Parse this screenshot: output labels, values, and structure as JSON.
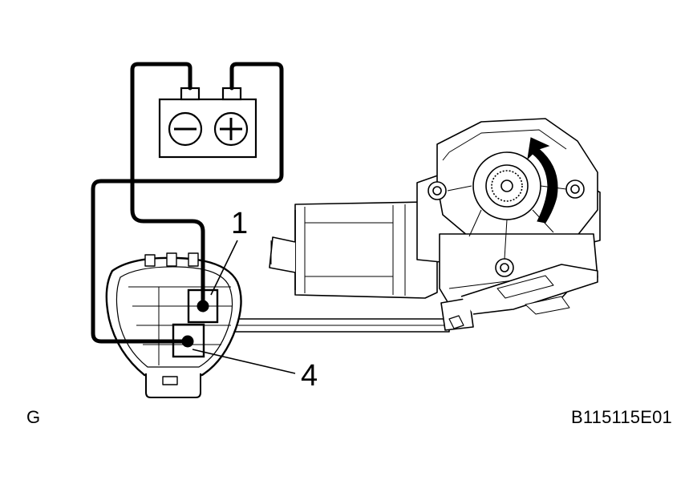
{
  "diagram": {
    "terminal_labels": {
      "t1": "1",
      "t4": "4"
    },
    "battery": {
      "negative_symbol": "−",
      "positive_symbol": "+"
    },
    "footer": {
      "left_mark": "G",
      "figure_code": "B115115E01"
    }
  }
}
